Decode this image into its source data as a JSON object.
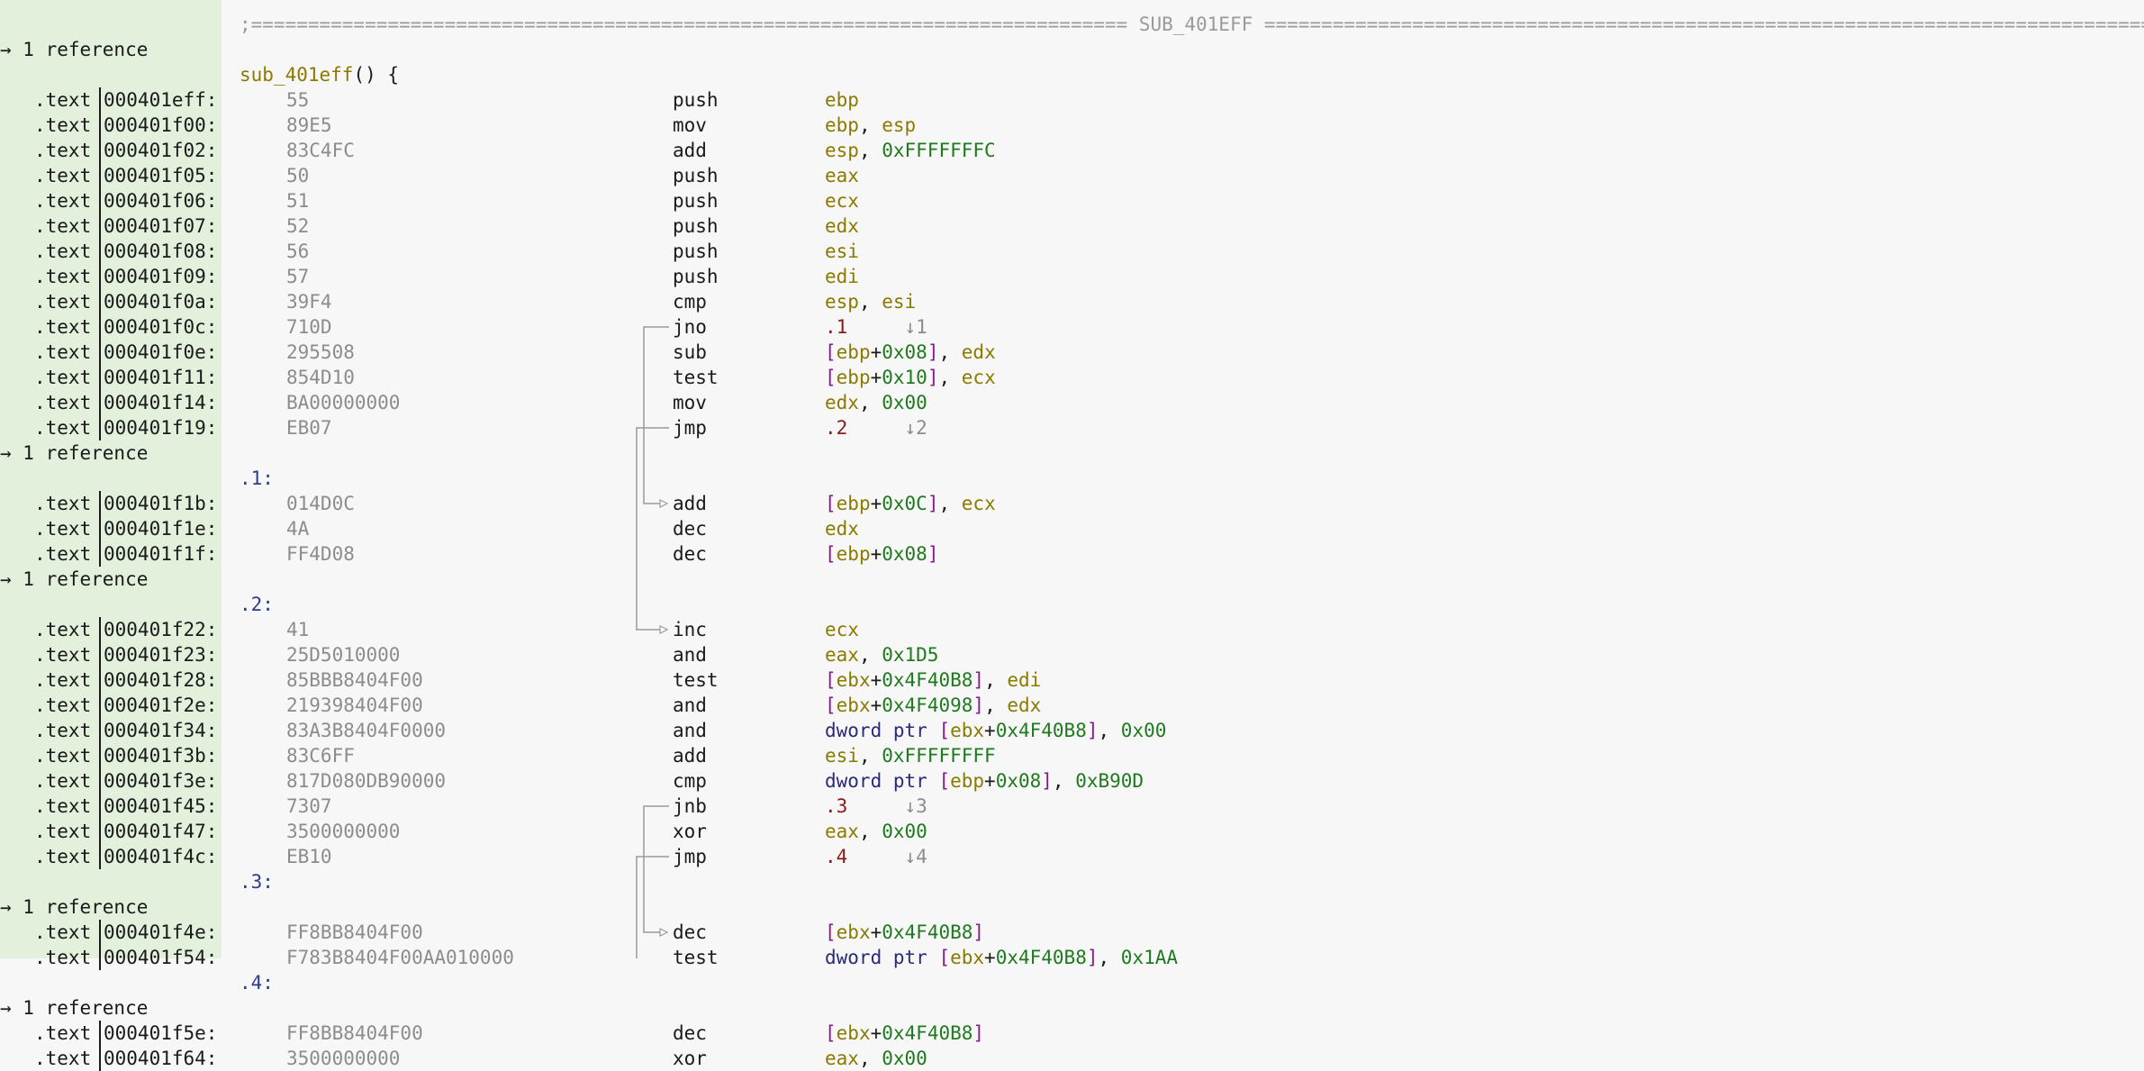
{
  "banner": ";============================================================================= SUB_401EFF ==============================================================================",
  "function": {
    "name": "sub_401eff",
    "signature_suffix": "() {"
  },
  "rows": [
    {
      "kind": "ref",
      "text": "→ 1 reference"
    },
    {
      "kind": "func"
    },
    {
      "kind": "ins",
      "sec": ".text",
      "addr": "000401eff:",
      "bytes": "55",
      "mn": "push",
      "ops": [
        [
          "reg",
          "ebp"
        ]
      ]
    },
    {
      "kind": "ins",
      "sec": ".text",
      "addr": "000401f00:",
      "bytes": "89E5",
      "mn": "mov",
      "ops": [
        [
          "reg",
          "ebp"
        ],
        [
          "punc",
          ", "
        ],
        [
          "reg",
          "esp"
        ]
      ]
    },
    {
      "kind": "ins",
      "sec": ".text",
      "addr": "000401f02:",
      "bytes": "83C4FC",
      "mn": "add",
      "ops": [
        [
          "reg",
          "esp"
        ],
        [
          "punc",
          ", "
        ],
        [
          "num",
          "0xFFFFFFFC"
        ]
      ]
    },
    {
      "kind": "ins",
      "sec": ".text",
      "addr": "000401f05:",
      "bytes": "50",
      "mn": "push",
      "ops": [
        [
          "reg",
          "eax"
        ]
      ]
    },
    {
      "kind": "ins",
      "sec": ".text",
      "addr": "000401f06:",
      "bytes": "51",
      "mn": "push",
      "ops": [
        [
          "reg",
          "ecx"
        ]
      ]
    },
    {
      "kind": "ins",
      "sec": ".text",
      "addr": "000401f07:",
      "bytes": "52",
      "mn": "push",
      "ops": [
        [
          "reg",
          "edx"
        ]
      ]
    },
    {
      "kind": "ins",
      "sec": ".text",
      "addr": "000401f08:",
      "bytes": "56",
      "mn": "push",
      "ops": [
        [
          "reg",
          "esi"
        ]
      ]
    },
    {
      "kind": "ins",
      "sec": ".text",
      "addr": "000401f09:",
      "bytes": "57",
      "mn": "push",
      "ops": [
        [
          "reg",
          "edi"
        ]
      ]
    },
    {
      "kind": "ins",
      "sec": ".text",
      "addr": "000401f0a:",
      "bytes": "39F4",
      "mn": "cmp",
      "ops": [
        [
          "reg",
          "esp"
        ],
        [
          "punc",
          ", "
        ],
        [
          "reg",
          "esi"
        ]
      ]
    },
    {
      "kind": "ins",
      "sec": ".text",
      "addr": "000401f0c:",
      "bytes": "710D",
      "mn": "jno",
      "ops": [
        [
          "tgt",
          ".1"
        ],
        [
          "arr",
          "     ↓1"
        ]
      ]
    },
    {
      "kind": "ins",
      "sec": ".text",
      "addr": "000401f0e:",
      "bytes": "295508",
      "mn": "sub",
      "ops": [
        [
          "br",
          "["
        ],
        [
          "reg",
          "ebp"
        ],
        [
          "punc",
          "+"
        ],
        [
          "num",
          "0x08"
        ],
        [
          "br",
          "]"
        ],
        [
          "punc",
          ", "
        ],
        [
          "reg",
          "edx"
        ]
      ]
    },
    {
      "kind": "ins",
      "sec": ".text",
      "addr": "000401f11:",
      "bytes": "854D10",
      "mn": "test",
      "ops": [
        [
          "br",
          "["
        ],
        [
          "reg",
          "ebp"
        ],
        [
          "punc",
          "+"
        ],
        [
          "num",
          "0x10"
        ],
        [
          "br",
          "]"
        ],
        [
          "punc",
          ", "
        ],
        [
          "reg",
          "ecx"
        ]
      ]
    },
    {
      "kind": "ins",
      "sec": ".text",
      "addr": "000401f14:",
      "bytes": "BA00000000",
      "mn": "mov",
      "ops": [
        [
          "reg",
          "edx"
        ],
        [
          "punc",
          ", "
        ],
        [
          "num",
          "0x00"
        ]
      ]
    },
    {
      "kind": "ins",
      "sec": ".text",
      "addr": "000401f19:",
      "bytes": "EB07",
      "mn": "jmp",
      "ops": [
        [
          "tgt",
          ".2"
        ],
        [
          "arr",
          "     ↓2"
        ]
      ]
    },
    {
      "kind": "ref",
      "text": "→ 1 reference"
    },
    {
      "kind": "label",
      "text": ".1:"
    },
    {
      "kind": "ins",
      "sec": ".text",
      "addr": "000401f1b:",
      "bytes": "014D0C",
      "mn": "add",
      "ops": [
        [
          "br",
          "["
        ],
        [
          "reg",
          "ebp"
        ],
        [
          "punc",
          "+"
        ],
        [
          "num",
          "0x0C"
        ],
        [
          "br",
          "]"
        ],
        [
          "punc",
          ", "
        ],
        [
          "reg",
          "ecx"
        ]
      ]
    },
    {
      "kind": "ins",
      "sec": ".text",
      "addr": "000401f1e:",
      "bytes": "4A",
      "mn": "dec",
      "ops": [
        [
          "reg",
          "edx"
        ]
      ]
    },
    {
      "kind": "ins",
      "sec": ".text",
      "addr": "000401f1f:",
      "bytes": "FF4D08",
      "mn": "dec",
      "ops": [
        [
          "br",
          "["
        ],
        [
          "reg",
          "ebp"
        ],
        [
          "punc",
          "+"
        ],
        [
          "num",
          "0x08"
        ],
        [
          "br",
          "]"
        ]
      ]
    },
    {
      "kind": "ref",
      "text": "→ 1 reference"
    },
    {
      "kind": "label",
      "text": ".2:"
    },
    {
      "kind": "ins",
      "sec": ".text",
      "addr": "000401f22:",
      "bytes": "41",
      "mn": "inc",
      "ops": [
        [
          "reg",
          "ecx"
        ]
      ]
    },
    {
      "kind": "ins",
      "sec": ".text",
      "addr": "000401f23:",
      "bytes": "25D5010000",
      "mn": "and",
      "ops": [
        [
          "reg",
          "eax"
        ],
        [
          "punc",
          ", "
        ],
        [
          "num",
          "0x1D5"
        ]
      ]
    },
    {
      "kind": "ins",
      "sec": ".text",
      "addr": "000401f28:",
      "bytes": "85BBB8404F00",
      "mn": "test",
      "ops": [
        [
          "br",
          "["
        ],
        [
          "reg",
          "ebx"
        ],
        [
          "punc",
          "+"
        ],
        [
          "num",
          "0x4F40B8"
        ],
        [
          "br",
          "]"
        ],
        [
          "punc",
          ", "
        ],
        [
          "reg",
          "edi"
        ]
      ]
    },
    {
      "kind": "ins",
      "sec": ".text",
      "addr": "000401f2e:",
      "bytes": "219398404F00",
      "mn": "and",
      "ops": [
        [
          "br",
          "["
        ],
        [
          "reg",
          "ebx"
        ],
        [
          "punc",
          "+"
        ],
        [
          "num",
          "0x4F4098"
        ],
        [
          "br",
          "]"
        ],
        [
          "punc",
          ", "
        ],
        [
          "reg",
          "edx"
        ]
      ]
    },
    {
      "kind": "ins",
      "sec": ".text",
      "addr": "000401f34:",
      "bytes": "83A3B8404F0000",
      "mn": "and",
      "ops": [
        [
          "kw",
          "dword ptr "
        ],
        [
          "br",
          "["
        ],
        [
          "reg",
          "ebx"
        ],
        [
          "punc",
          "+"
        ],
        [
          "num",
          "0x4F40B8"
        ],
        [
          "br",
          "]"
        ],
        [
          "punc",
          ", "
        ],
        [
          "num",
          "0x00"
        ]
      ]
    },
    {
      "kind": "ins",
      "sec": ".text",
      "addr": "000401f3b:",
      "bytes": "83C6FF",
      "mn": "add",
      "ops": [
        [
          "reg",
          "esi"
        ],
        [
          "punc",
          ", "
        ],
        [
          "num",
          "0xFFFFFFFF"
        ]
      ]
    },
    {
      "kind": "ins",
      "sec": ".text",
      "addr": "000401f3e:",
      "bytes": "817D080DB90000",
      "mn": "cmp",
      "ops": [
        [
          "kw",
          "dword ptr "
        ],
        [
          "br",
          "["
        ],
        [
          "reg",
          "ebp"
        ],
        [
          "punc",
          "+"
        ],
        [
          "num",
          "0x08"
        ],
        [
          "br",
          "]"
        ],
        [
          "punc",
          ", "
        ],
        [
          "num",
          "0xB90D"
        ]
      ]
    },
    {
      "kind": "ins",
      "sec": ".text",
      "addr": "000401f45:",
      "bytes": "7307",
      "mn": "jnb",
      "ops": [
        [
          "tgt",
          ".3"
        ],
        [
          "arr",
          "     ↓3"
        ]
      ]
    },
    {
      "kind": "ins",
      "sec": ".text",
      "addr": "000401f47:",
      "bytes": "3500000000",
      "mn": "xor",
      "ops": [
        [
          "reg",
          "eax"
        ],
        [
          "punc",
          ", "
        ],
        [
          "num",
          "0x00"
        ]
      ]
    },
    {
      "kind": "ins",
      "sec": ".text",
      "addr": "000401f4c:",
      "bytes": "EB10",
      "mn": "jmp",
      "ops": [
        [
          "tgt",
          ".4"
        ],
        [
          "arr",
          "     ↓4"
        ]
      ]
    },
    {
      "kind": "label",
      "text": ".3:"
    },
    {
      "kind": "ref",
      "text": "→ 1 reference"
    },
    {
      "kind": "ins",
      "sec": ".text",
      "addr": "000401f4e:",
      "bytes": "FF8BB8404F00",
      "mn": "dec",
      "ops": [
        [
          "br",
          "["
        ],
        [
          "reg",
          "ebx"
        ],
        [
          "punc",
          "+"
        ],
        [
          "num",
          "0x4F40B8"
        ],
        [
          "br",
          "]"
        ]
      ]
    },
    {
      "kind": "ins",
      "sec": ".text",
      "addr": "000401f54:",
      "bytes": "F783B8404F00AA010000",
      "mn": "test",
      "ops": [
        [
          "kw",
          "dword ptr "
        ],
        [
          "br",
          "["
        ],
        [
          "reg",
          "ebx"
        ],
        [
          "punc",
          "+"
        ],
        [
          "num",
          "0x4F40B8"
        ],
        [
          "br",
          "]"
        ],
        [
          "punc",
          ", "
        ],
        [
          "num",
          "0x1AA"
        ]
      ]
    },
    {
      "kind": "label",
      "text": ".4:"
    },
    {
      "kind": "ref",
      "text": "→ 1 reference"
    },
    {
      "kind": "ins",
      "sec": ".text",
      "addr": "000401f5e:",
      "bytes": "FF8BB8404F00",
      "mn": "dec",
      "ops": [
        [
          "br",
          "["
        ],
        [
          "reg",
          "ebx"
        ],
        [
          "punc",
          "+"
        ],
        [
          "num",
          "0x4F40B8"
        ],
        [
          "br",
          "]"
        ]
      ]
    },
    {
      "kind": "ins",
      "sec": ".text",
      "addr": "000401f64:",
      "bytes": "3500000000",
      "mn": "xor",
      "ops": [
        [
          "reg",
          "eax"
        ],
        [
          "punc",
          ", "
        ],
        [
          "num",
          "0x00"
        ]
      ]
    }
  ],
  "jumps": [
    {
      "from": 11,
      "to": 18
    },
    {
      "from": 15,
      "to": 23
    },
    {
      "from": 30,
      "to": 35
    },
    {
      "from": 32,
      "to": 39
    }
  ],
  "colors": {
    "gutter": "#e3f0dc",
    "register": "#8a7a00",
    "number": "#1f7a1f",
    "bracket": "#8a1a8a",
    "label": "#2b3d8c",
    "jump_target": "#8a1a1a",
    "bytes": "#8c8c8c"
  }
}
